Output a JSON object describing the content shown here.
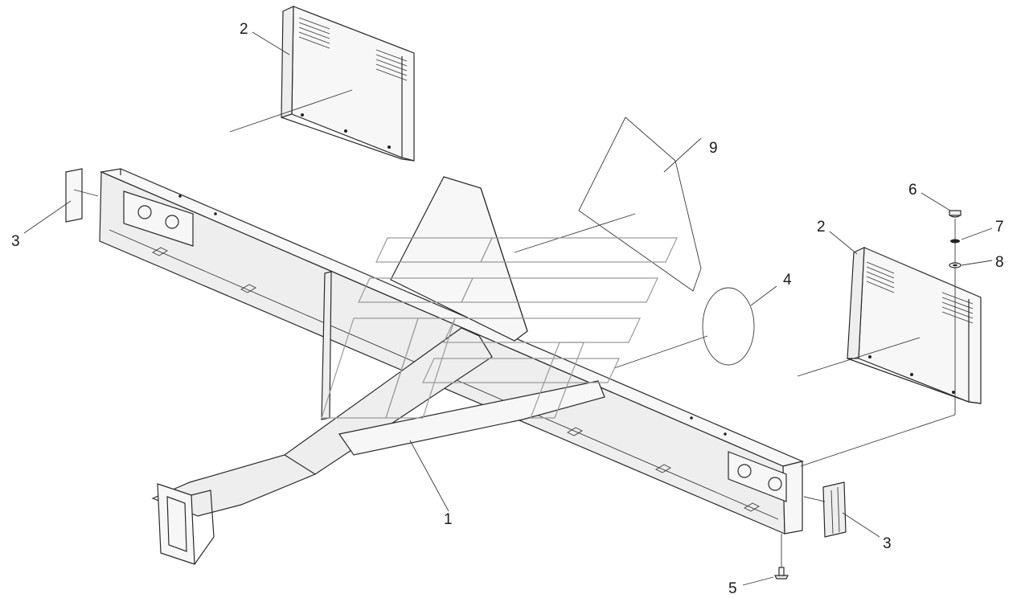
{
  "callouts": {
    "c1": "1",
    "c2a": "2",
    "c2b": "2",
    "c3a": "3",
    "c3b": "3",
    "c4": "4",
    "c5": "5",
    "c6": "6",
    "c7": "7",
    "c8": "8",
    "c9": "9"
  },
  "colors": {
    "line": "#2a2a2a",
    "background": "#ffffff",
    "watermark": "#9a9a9a"
  }
}
